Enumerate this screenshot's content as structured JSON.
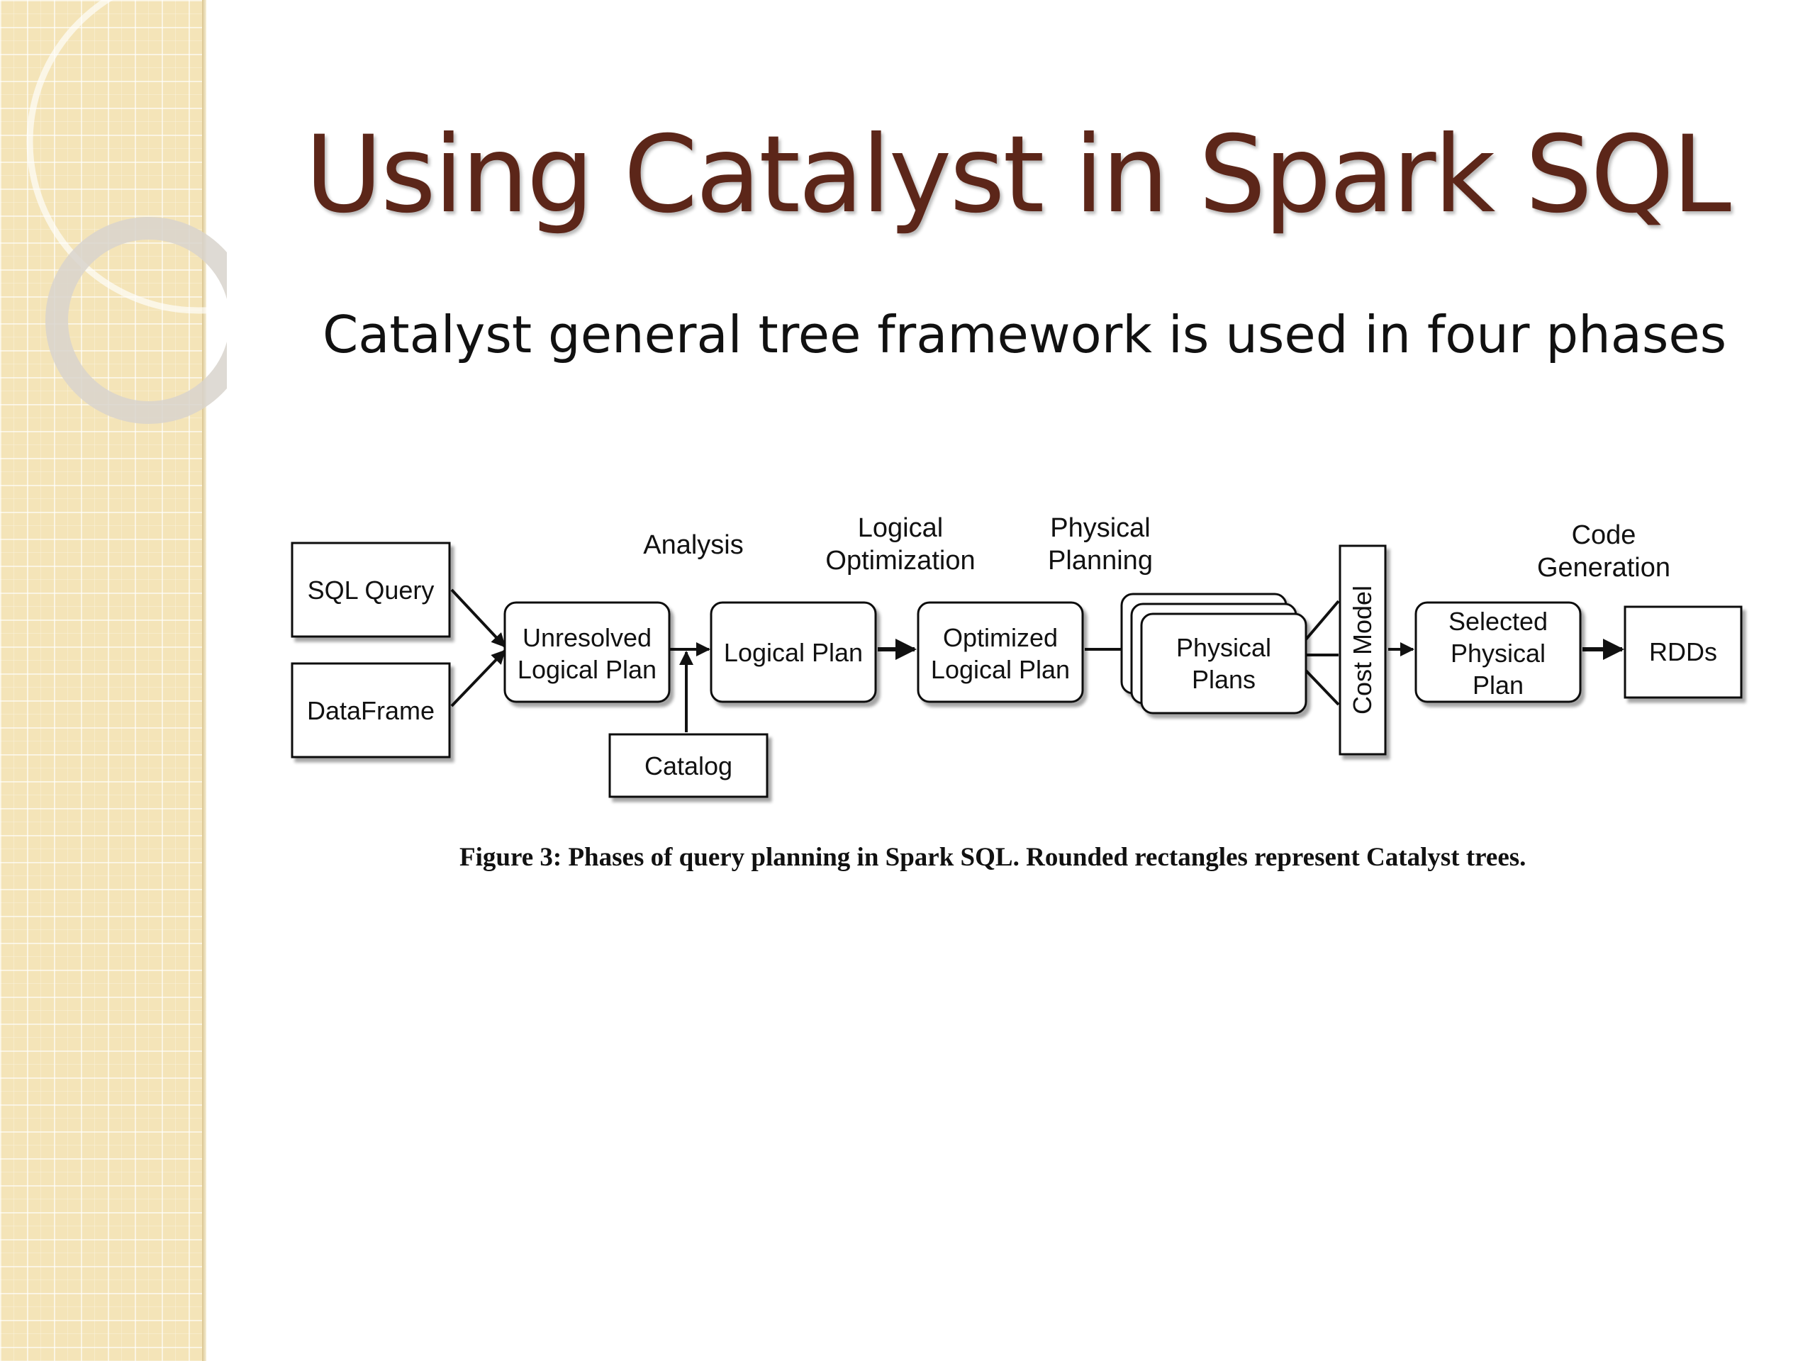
{
  "slide": {
    "title": "Using Catalyst in Spark SQL",
    "subtitle": "Catalyst general tree framework is used in four phases"
  },
  "diagram": {
    "inputs": {
      "sql_query": "SQL Query",
      "dataframe": "DataFrame",
      "catalog": "Catalog"
    },
    "phases": {
      "analysis": "Analysis",
      "logical_optimization": [
        "Logical",
        "Optimization"
      ],
      "physical_planning": [
        "Physical",
        "Planning"
      ],
      "code_generation": [
        "Code",
        "Generation"
      ]
    },
    "trees": {
      "unresolved_logical_plan": [
        "Unresolved",
        "Logical Plan"
      ],
      "logical_plan": "Logical Plan",
      "optimized_logical_plan": [
        "Optimized",
        "Logical Plan"
      ],
      "physical_plans": [
        "Physical",
        "Plans"
      ],
      "selected_physical_plan": [
        "Selected",
        "Physical",
        "Plan"
      ]
    },
    "cost_model": "Cost Model",
    "output": "RDDs"
  },
  "caption": "Figure 3: Phases of query planning in Spark SQL. Rounded rectangles represent Catalyst trees.",
  "colors": {
    "title": "#5c2619",
    "sidebar": "#f4e4b8",
    "box_border": "#111111",
    "shadow": "#9a9a9a"
  }
}
